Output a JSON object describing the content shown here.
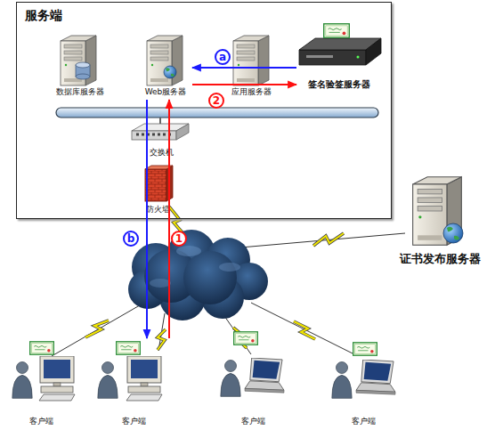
{
  "diagram": {
    "nodes": [
      {
        "text": [
          "服务端"
        ]
      },
      {
        "text": [
          "数据库服务器"
        ],
        "in": 0
      },
      {
        "text": [
          "Web服务器"
        ],
        "in": 0
      },
      {
        "text": [
          "应用服务器"
        ],
        "in": 0
      },
      {
        "text": [
          "签名验签服务器"
        ],
        "in": 0
      },
      {
        "text": [
          "交换机"
        ],
        "in": 0
      },
      {
        "text": [
          "防火墙"
        ],
        "in": 0
      },
      {
        "text": [
          "证书发布服务器"
        ]
      },
      {
        "text": [
          "客户端"
        ]
      },
      {
        "text": [
          "客户端"
        ]
      },
      {
        "text": [
          "客户端"
        ]
      },
      {
        "text": [
          "客户端"
        ]
      }
    ],
    "edges": [
      {
        "from": 4,
        "to": 2,
        "arrow": "to",
        "label": "a"
      },
      {
        "from": 2,
        "to": 4,
        "arrow": "to",
        "label": "2"
      },
      {
        "from": 2,
        "to": 9,
        "arrow": "to",
        "label": "b"
      },
      {
        "from": 9,
        "to": 2,
        "arrow": "to",
        "label": "1"
      }
    ]
  }
}
